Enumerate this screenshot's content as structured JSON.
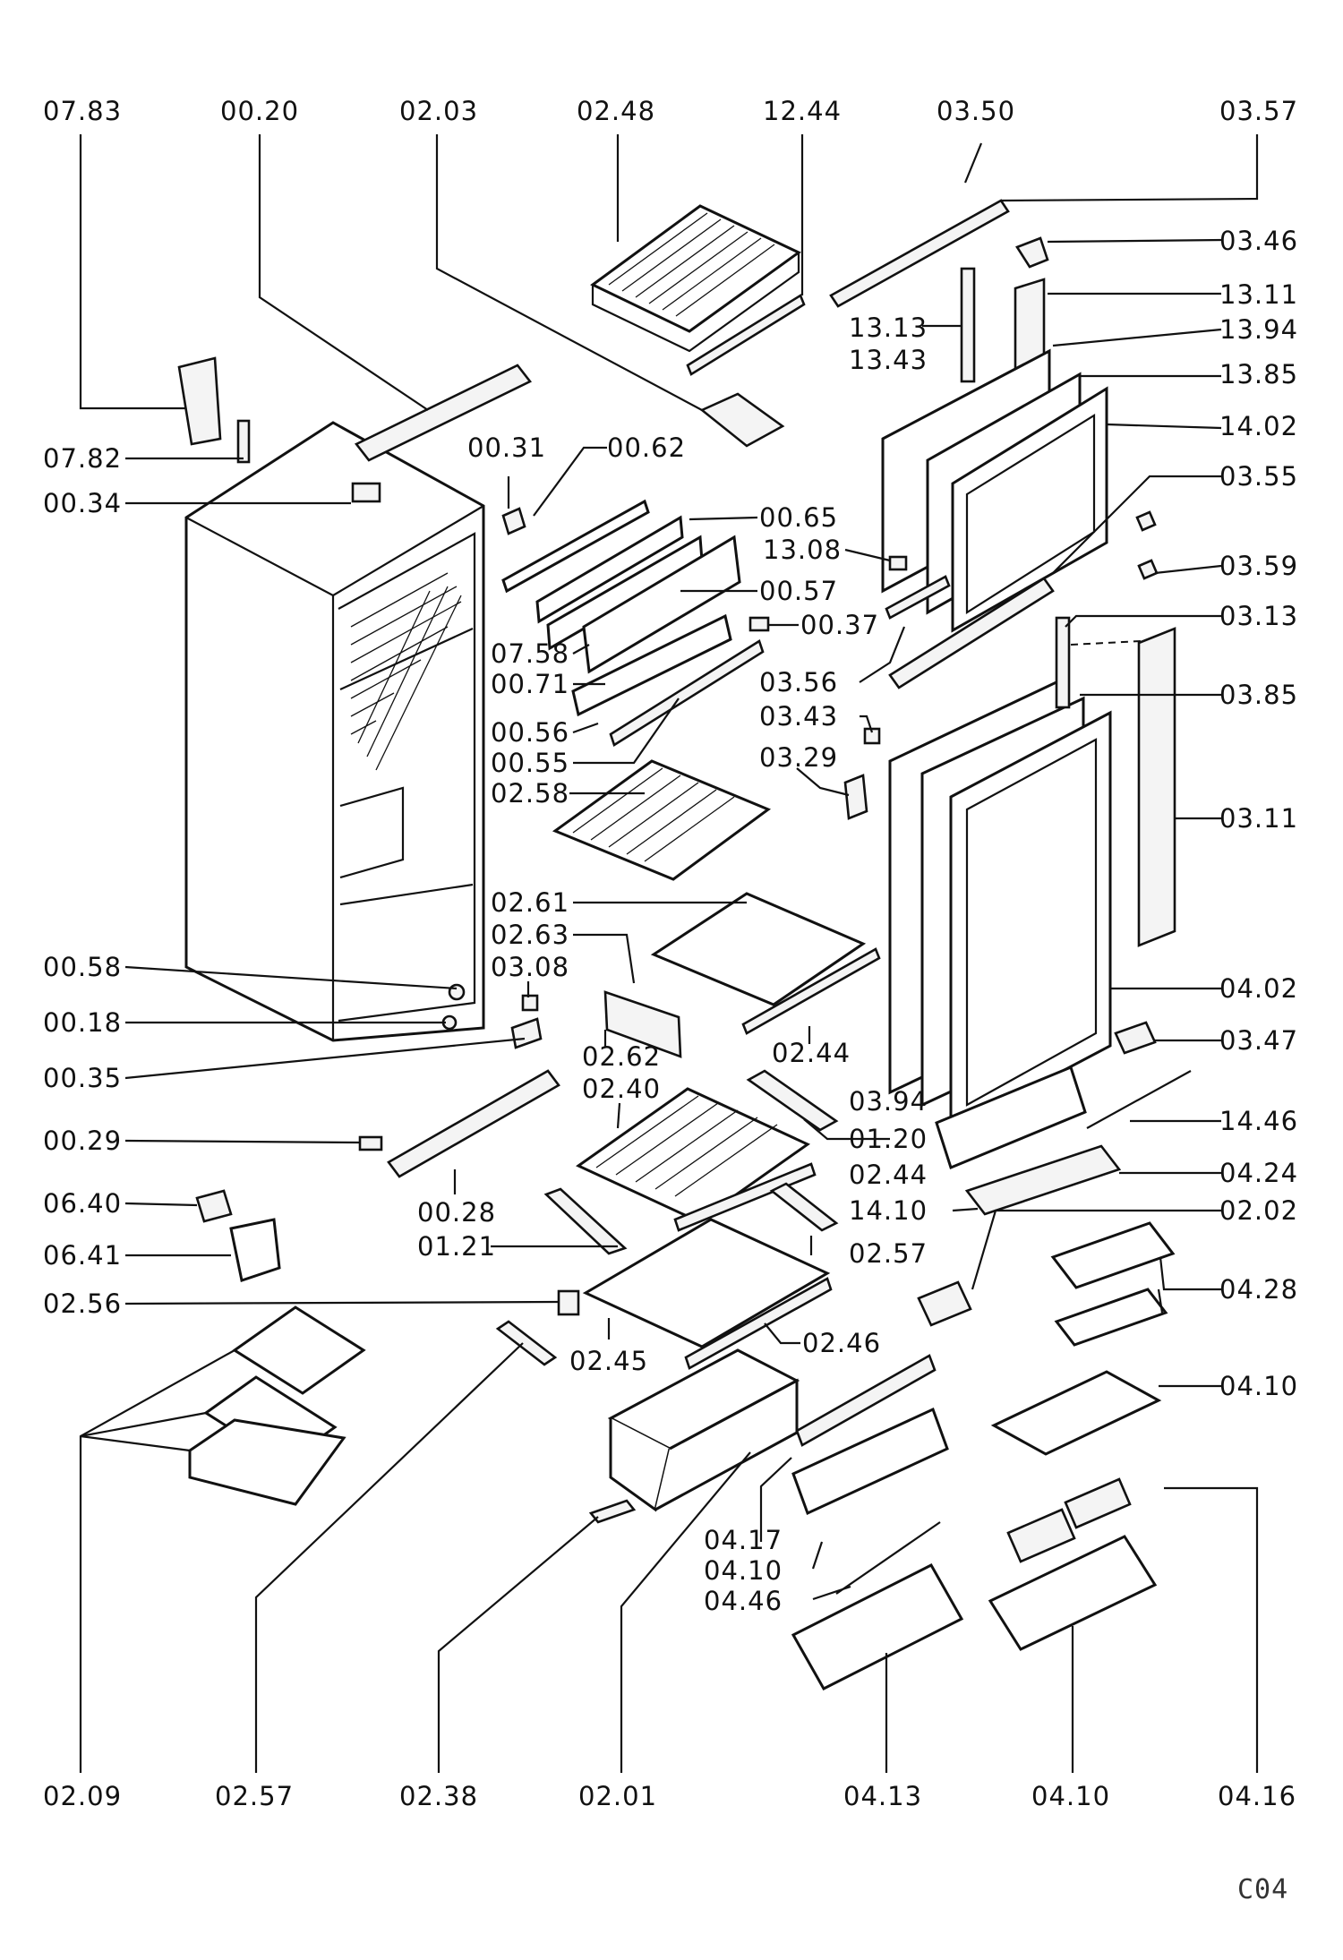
{
  "labels": {
    "l0783": "07.83",
    "l0020": "00.20",
    "l0203": "02.03",
    "l0248": "02.48",
    "l1244": "12.44",
    "l0350": "03.50",
    "l0357": "03.57",
    "l0346": "03.46",
    "l1311": "13.11",
    "l1313": "13.13",
    "l1394": "13.94",
    "l1343": "13.43",
    "l1385": "13.85",
    "l1402": "14.02",
    "l0782": "07.82",
    "l0031": "00.31",
    "l0062": "00.62",
    "l0034": "00.34",
    "l0355": "03.55",
    "l0065": "00.65",
    "l1308": "13.08",
    "l0359": "03.59",
    "l0057": "00.57",
    "l0037": "00.37",
    "l0313": "03.13",
    "l0758": "07.58",
    "l0071": "00.71",
    "l0356": "03.56",
    "l0385": "03.85",
    "l0056": "00.56",
    "l0343": "03.43",
    "l0055": "00.55",
    "l0329": "03.29",
    "l0258": "02.58",
    "l0311": "03.11",
    "l0261": "02.61",
    "l0263": "02.63",
    "l0058": "00.58",
    "l0308": "03.08",
    "l0402": "04.02",
    "l0018": "00.18",
    "l0244a": "02.44",
    "l0262": "02.62",
    "l0347": "03.47",
    "l0035": "00.35",
    "l0240": "02.40",
    "l0394": "03.94",
    "l0029": "00.29",
    "l0120": "01.20",
    "l1446": "14.46",
    "l0244b": "02.44",
    "l0424": "04.24",
    "l0640": "06.40",
    "l0028": "00.28",
    "l1410": "14.10",
    "l0202": "02.02",
    "l0641": "06.41",
    "l0121": "01.21",
    "l0257a": "02.57",
    "l0428": "04.28",
    "l0256": "02.56",
    "l0246": "02.46",
    "l0245": "02.45",
    "l0410a": "04.10",
    "l0417": "04.17",
    "l0410b": "04.10",
    "l0446": "04.46",
    "l0209": "02.09",
    "l0257b": "02.57",
    "l0238": "02.38",
    "l0201": "02.01",
    "l0413": "04.13",
    "l0410c": "04.10",
    "l0416": "04.16"
  },
  "footer_code": "C04"
}
